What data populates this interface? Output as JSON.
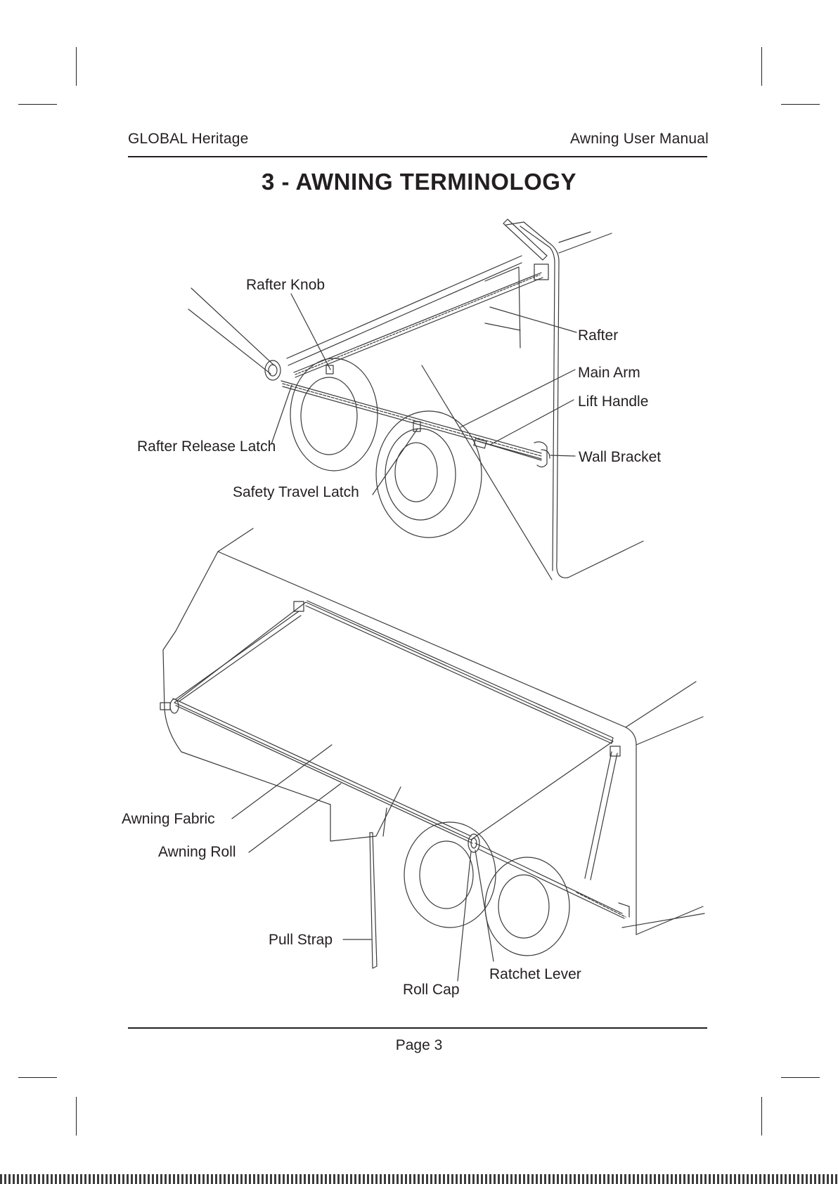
{
  "header": {
    "left": "GLOBAL Heritage",
    "right": "Awning User Manual"
  },
  "title": "3 - AWNING TERMINOLOGY",
  "diagram_top": {
    "labels": {
      "rafter_knob": "Rafter Knob",
      "rafter": "Rafter",
      "main_arm": "Main Arm",
      "lift_handle": "Lift Handle",
      "rafter_release_latch": "Rafter Release Latch",
      "wall_bracket": "Wall Bracket",
      "safety_travel_latch": "Safety Travel Latch"
    }
  },
  "diagram_bottom": {
    "labels": {
      "awning_fabric": "Awning Fabric",
      "awning_roll": "Awning Roll",
      "pull_strap": "Pull Strap",
      "ratchet_lever": "Ratchet Lever",
      "roll_cap": "Roll Cap"
    }
  },
  "footer": {
    "page": "Page 3"
  }
}
